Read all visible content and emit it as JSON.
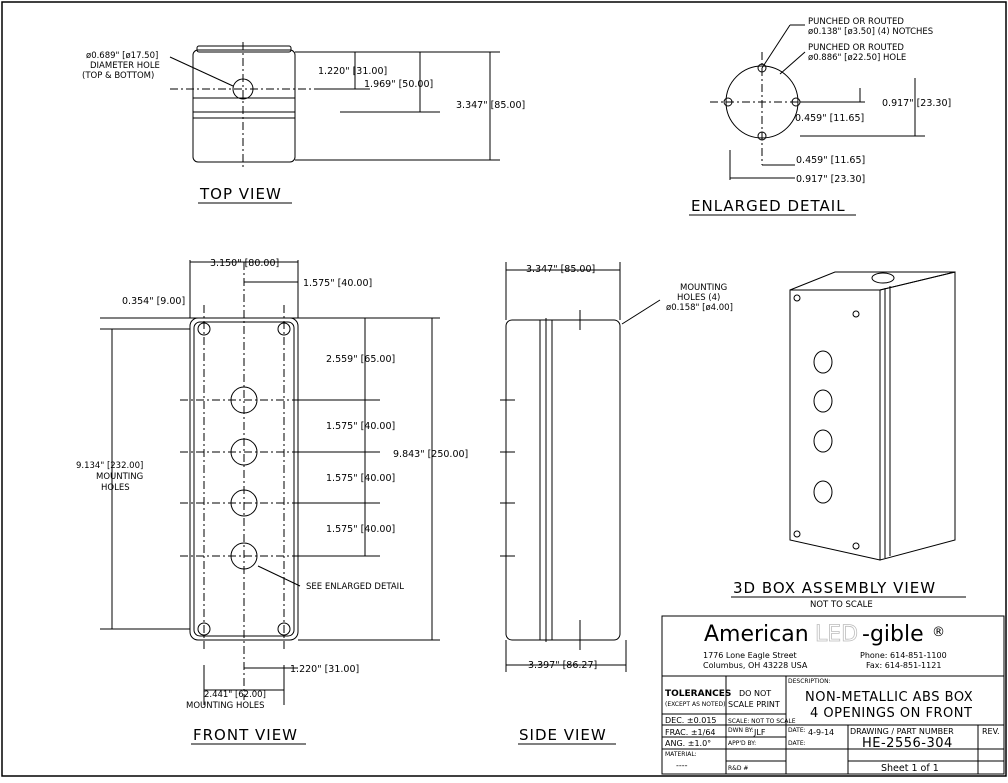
{
  "top_view": {
    "hole_label": [
      "ø0.689\" [ø17.50]",
      "DIAMETER HOLE",
      "(TOP & BOTTOM)"
    ],
    "dim_a": "1.220\" [31.00]",
    "dim_b": "1.969\" [50.00]",
    "dim_c": "3.347\" [85.00]",
    "title": "TOP VIEW"
  },
  "enlarged": {
    "note1": [
      "PUNCHED OR ROUTED",
      "ø0.138\" [ø3.50] (4) NOTCHES"
    ],
    "note2": [
      "PUNCHED OR ROUTED",
      "ø0.886\" [ø22.50] HOLE"
    ],
    "dim_v1": "0.917\" [23.30]",
    "dim_v2": "0.459\" [11.65]",
    "dim_h1": "0.459\" [11.65]",
    "dim_h2": "0.917\" [23.30]",
    "title": "ENLARGED DETAIL"
  },
  "front_view": {
    "w_total": "3.150\" [80.00]",
    "w_half": "1.575\" [40.00]",
    "edge": "0.354\" [9.00]",
    "hole_first": "2.559\" [65.00]",
    "pitch1": "1.575\" [40.00]",
    "pitch2": "1.575\" [40.00]",
    "pitch3": "1.575\" [40.00]",
    "height": "9.843\" [250.00]",
    "mount_h": [
      "9.134\" [232.00]",
      "MOUNTING",
      "HOLES"
    ],
    "see_detail": "SEE ENLARGED DETAIL",
    "bottom_off": "1.220\" [31.00]",
    "mount_w": [
      "2.441\" [62.00]",
      "MOUNTING HOLES"
    ],
    "title": "FRONT VIEW"
  },
  "side_view": {
    "top_dim": "3.347\" [85.00]",
    "mount_note": [
      "MOUNTING",
      "HOLES (4)",
      "ø0.158\" [ø4.00]"
    ],
    "bottom_dim": "3.397\" [86.27]",
    "title": "SIDE VIEW"
  },
  "iso_view": {
    "title": "3D BOX ASSEMBLY VIEW",
    "subtitle": "NOT TO SCALE"
  },
  "title_block": {
    "company_a": "American",
    "company_b": "LED",
    "company_c": "-gible",
    "registered": "®",
    "address1": "1776 Lone Eagle Street",
    "address2": "Columbus, OH 43228 USA",
    "phone": "Phone: 614-851-1100",
    "fax": "Fax: 614-851-1121",
    "tolerances": "TOLERANCES",
    "except": "(EXCEPT AS NOTED)",
    "do_not": "DO NOT",
    "scale_print": "SCALE PRINT",
    "description_label": "DESCRIPTION:",
    "desc1": "NON-METALLIC ABS BOX",
    "desc2": "4 OPENINGS ON FRONT",
    "dec": "DEC. ±0.015",
    "scale": "SCALE: NOT TO SCALE",
    "frac": "FRAC. ±1/64",
    "drn_by_label": "DWN BY:",
    "drn_by": "JLF",
    "date_label": "DATE:",
    "date": "4-9-14",
    "drawing_label": "DRAWING / PART NUMBER",
    "rev_label": "REV.",
    "ang": "ANG. ±1.0°",
    "appd_label": "APP'D BY:",
    "date2_label": "DATE:",
    "part_number": "HE-2556-304",
    "material_label": "MATERIAL:",
    "material": "----",
    "rd_label": "R&D #",
    "sheet": "Sheet 1 of 1"
  }
}
